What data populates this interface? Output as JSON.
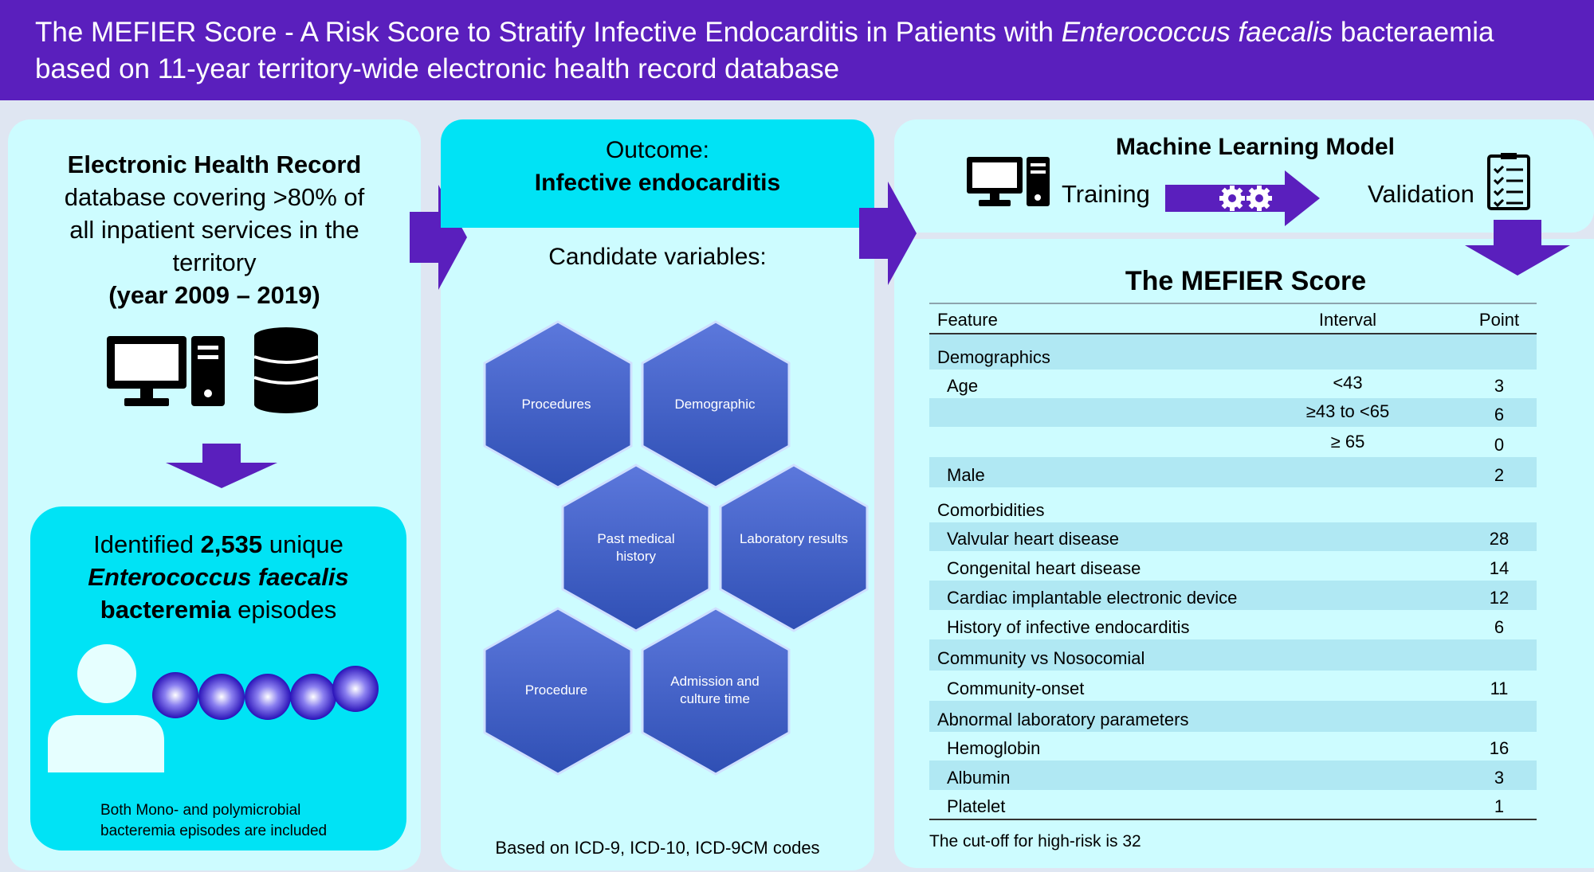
{
  "header": {
    "line1_pre": "The MEFIER Score - A Risk Score to Stratify Infective Endocarditis in Patients with ",
    "line1_italic": "Enterococcus faecalis",
    "line1_post": " bacteraemia",
    "line2": "based on 11-year territory-wide electronic health record database"
  },
  "left": {
    "ehr_title": "Electronic Health Record",
    "ehr_line1": "database covering >80% of",
    "ehr_line2": "all inpatient services in the",
    "ehr_line3": "territory",
    "ehr_years": "(year 2009 – 2019)",
    "identified_pre": "Identified ",
    "identified_count": "2,535",
    "identified_post": " unique",
    "organism": "Enterococcus faecalis",
    "bacteremia_bold": "bacteremia",
    "episodes": " episodes",
    "note_line1": "Both Mono- and polymicrobial",
    "note_line2": "bacteremia episodes are included"
  },
  "middle": {
    "outcome_label": "Outcome:",
    "outcome_value": "Infective endocarditis",
    "candidate_title": "Candidate variables:",
    "hexagons": [
      {
        "label": "Procedures"
      },
      {
        "label": "Demographic"
      },
      {
        "label": "Past medical history"
      },
      {
        "label": "Laboratory results"
      },
      {
        "label": "Procedure"
      },
      {
        "label": "Admission and culture time"
      }
    ],
    "footer": "Based on ICD-9, ICD-10, ICD-9CM codes"
  },
  "right": {
    "ml_title": "Machine Learning Model",
    "training": "Training",
    "validation": "Validation",
    "score_title": "The MEFIER Score",
    "col_feature": "Feature",
    "col_interval": "Interval",
    "col_point": "Point",
    "cutoff": "The cut-off for high-risk is 32"
  },
  "score_table": [
    {
      "feature": "Demographics",
      "interval": "",
      "point": "",
      "section": true
    },
    {
      "feature": "Age",
      "interval": "<43",
      "point": "3",
      "section": false
    },
    {
      "feature": "",
      "interval": "≥43 to <65",
      "point": "6",
      "section": false
    },
    {
      "feature": "",
      "interval": "≥ 65",
      "point": "0",
      "section": false
    },
    {
      "feature": "Male",
      "interval": "",
      "point": "2",
      "section": false
    },
    {
      "feature": "Comorbidities",
      "interval": "",
      "point": "",
      "section": true
    },
    {
      "feature": "Valvular heart disease",
      "interval": "",
      "point": "28",
      "section": false
    },
    {
      "feature": "Congenital heart disease",
      "interval": "",
      "point": "14",
      "section": false
    },
    {
      "feature": "Cardiac implantable electronic device",
      "interval": "",
      "point": "12",
      "section": false
    },
    {
      "feature": "History of infective endocarditis",
      "interval": "",
      "point": "6",
      "section": false
    },
    {
      "feature": "Community vs Nosocomial",
      "interval": "",
      "point": "",
      "section": true
    },
    {
      "feature": "Community-onset",
      "interval": "",
      "point": "11",
      "section": false
    },
    {
      "feature": "Abnormal laboratory parameters",
      "interval": "",
      "point": "",
      "section": true
    },
    {
      "feature": "Hemoglobin",
      "interval": "",
      "point": "16",
      "section": false
    },
    {
      "feature": "Albumin",
      "interval": "",
      "point": "3",
      "section": false
    },
    {
      "feature": "Platelet",
      "interval": "",
      "point": "1",
      "section": false
    }
  ],
  "colors": {
    "header_bg": "#5a1fbd",
    "panel_bg": "#cdfcff",
    "accent_cyan": "#00e3f5",
    "arrow_purple": "#5a1fbd",
    "hex_blue": "#3f5fc8",
    "table_band": "#b0e8f3"
  }
}
